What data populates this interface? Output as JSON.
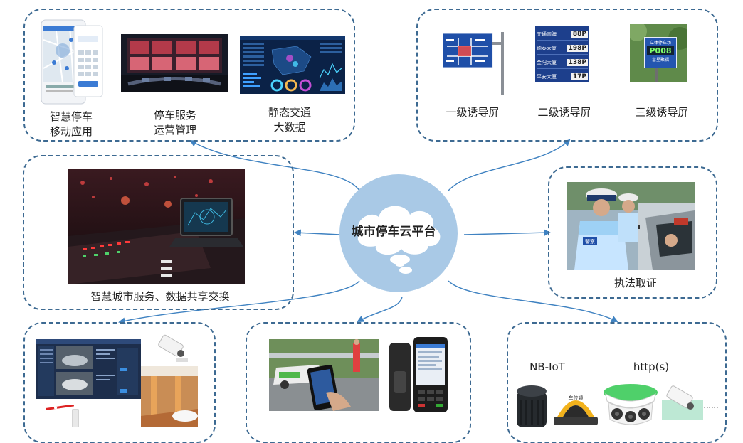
{
  "center": {
    "title": "城市停车云平台"
  },
  "top_left": {
    "labels": [
      "智慧停车\n移动应用",
      "停车服务\n运营管理",
      "静态交通\n大数据"
    ]
  },
  "top_right": {
    "labels": [
      "一级诱导屏",
      "二级诱导屏",
      "三级诱导屏"
    ],
    "sign2_rows": [
      {
        "text": "交通南海",
        "num": "88P"
      },
      {
        "text": "德泰大厦",
        "num": "198P"
      },
      {
        "text": "金阳大厦",
        "num": "138P"
      },
      {
        "text": "平安大厦",
        "num": "17P"
      }
    ],
    "sign3": {
      "top": "立体停车场",
      "mid": "P008",
      "bottom": "富星聚福"
    }
  },
  "middle_left": {
    "label": "智慧城市服务、数据共享交换"
  },
  "middle_right": {
    "label": "执法取证",
    "vest_text": "警察"
  },
  "bottom_right": {
    "labels": [
      "NB-IoT",
      "http(s)"
    ],
    "ellipsis": "......",
    "lock_text": "车位锁"
  },
  "colors": {
    "border": "#3d6a92",
    "arrow": "#3f82c1",
    "cloud": "#a9c9e6"
  }
}
